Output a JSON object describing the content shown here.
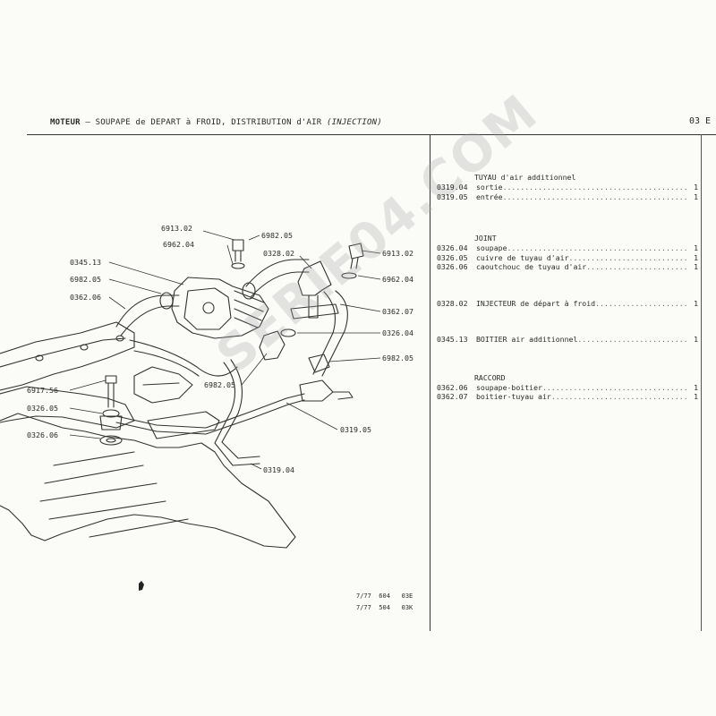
{
  "header": {
    "section": "MOTEUR",
    "dash": " – ",
    "title": "SOUPAPE de DEPART à FROID, DISTRIBUTION d'AIR ",
    "subtitle": "(INJECTION)",
    "code": "03 E"
  },
  "diagram": {
    "callouts": [
      "6913.02",
      "6962.04",
      "6982.05",
      "0328.02",
      "6913.02",
      "0345.13",
      "6982.05",
      "6962.04",
      "0362.06",
      "0362.07",
      "0326.04",
      "6982.05",
      "6982.05",
      "6917.56",
      "0326.05",
      "0326.06",
      "0319.05",
      "0319.04"
    ]
  },
  "parts": [
    {
      "title": "TUYAU d'air additionnel",
      "rows": [
        {
          "ref": "0319.04",
          "desc": "sortie",
          "qty": "1"
        },
        {
          "ref": "0319.05",
          "desc": "entrée",
          "qty": "1"
        }
      ]
    },
    {
      "title": "JOINT",
      "rows": [
        {
          "ref": "0326.04",
          "desc": "soupape",
          "qty": "1"
        },
        {
          "ref": "0326.05",
          "desc": "cuivre de tuyau d'air",
          "qty": "1"
        },
        {
          "ref": "0326.06",
          "desc": "caoutchouc de tuyau d'air",
          "qty": "1"
        }
      ]
    },
    {
      "title": "",
      "rows": [
        {
          "ref": "0328.02",
          "desc": "INJECTEUR de départ à froid",
          "qty": "1"
        }
      ]
    },
    {
      "title": "",
      "rows": [
        {
          "ref": "0345.13",
          "desc": "BOITIER air additionnel",
          "qty": "1"
        }
      ]
    },
    {
      "title": "RACCORD",
      "rows": [
        {
          "ref": "0362.06",
          "desc": "soupape-boitier",
          "qty": "1"
        },
        {
          "ref": "0362.07",
          "desc": "boitier-tuyau air",
          "qty": "1"
        }
      ]
    }
  ],
  "footer": [
    {
      "date": "7/77",
      "model": "604",
      "code": "03E"
    },
    {
      "date": "7/77",
      "model": "504",
      "code": "03K"
    }
  ],
  "watermark": "SERIE04.COM"
}
